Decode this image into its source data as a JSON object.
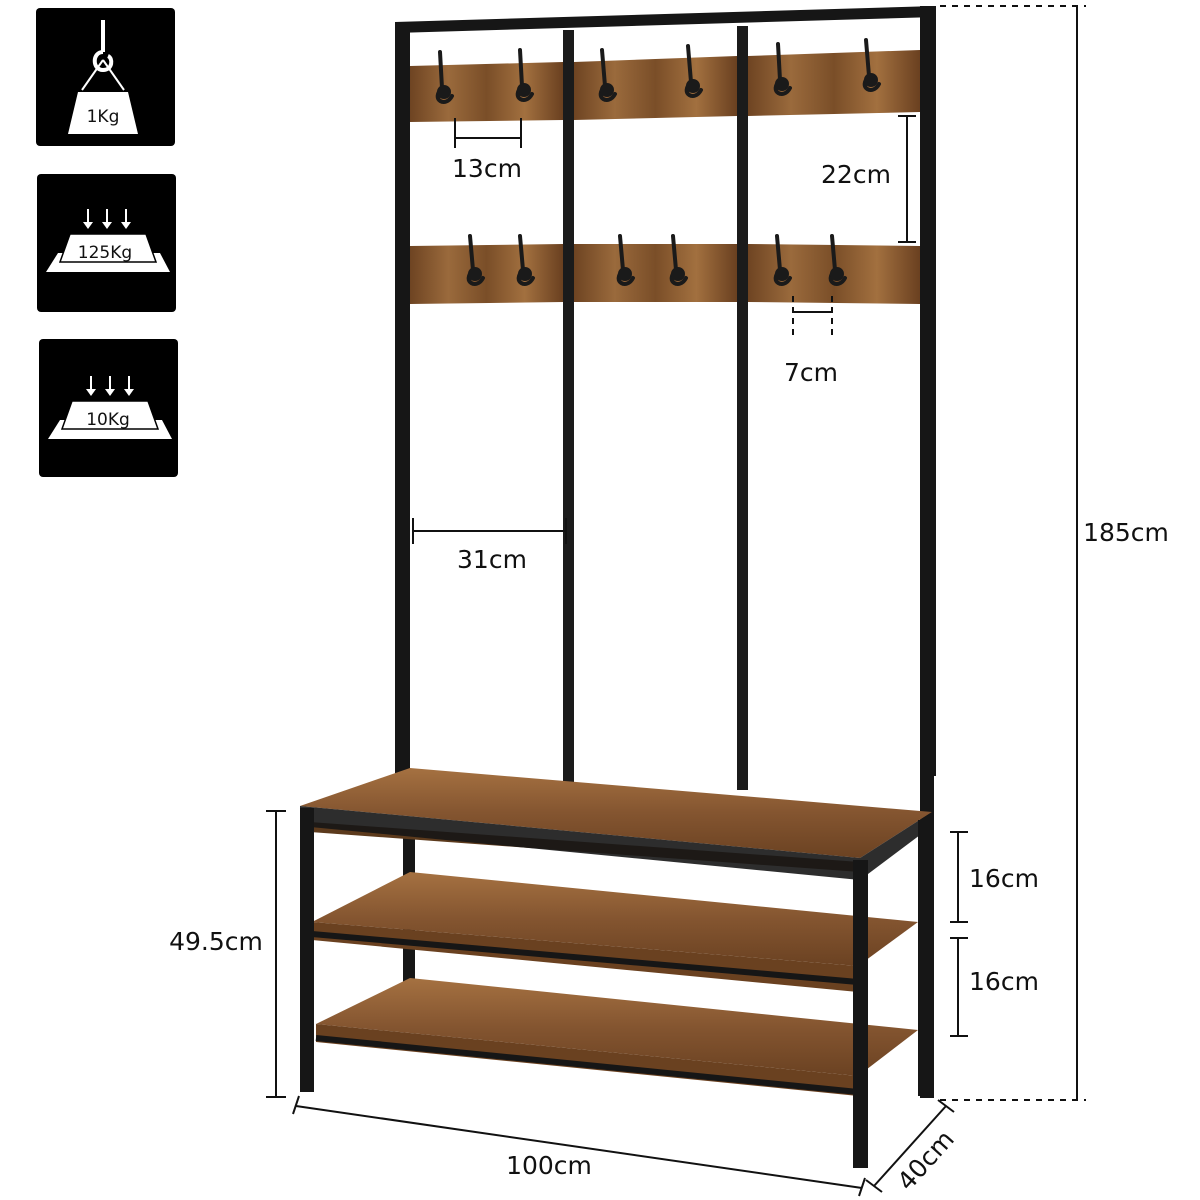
{
  "badges": {
    "hook_load": "1Kg",
    "bench_load": "125Kg",
    "shelf_load": "10Kg"
  },
  "dimensions": {
    "hook_spacing": "13cm",
    "rail_spacing": "22cm",
    "hook_pair_gap": "7cm",
    "section_width": "31cm",
    "total_height": "185cm",
    "bench_height": "49.5cm",
    "shelf_gap_upper": "16cm",
    "shelf_gap_lower": "16cm",
    "width": "100cm",
    "depth": "40cm"
  },
  "colors": {
    "frame": "#151515",
    "wood": "#8a5a30",
    "wood_dark": "#5a3818",
    "badge_bg": "#000000"
  }
}
